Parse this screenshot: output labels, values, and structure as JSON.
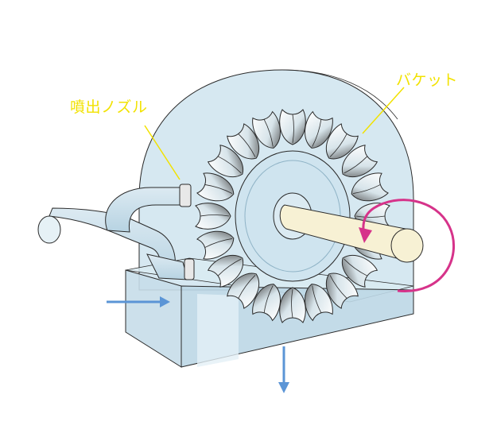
{
  "labels": {
    "nozzle": "噴出ノズル",
    "bucket": "バケット"
  },
  "colors": {
    "label_text": "#f2e200",
    "leader_line": "#f2e200",
    "rotation_arrow": "#d6338a",
    "flow_arrow": "#5b95d6",
    "housing_fill": "#cfe4ef",
    "outline": "#2a2a2a",
    "shaft_fill": "#f7f1d4"
  },
  "icons": {
    "rotation": "curved-arrow-icon",
    "water_in": "arrow-right-icon",
    "water_out": "arrow-down-icon"
  },
  "wheel": {
    "bucket_count": 20
  }
}
